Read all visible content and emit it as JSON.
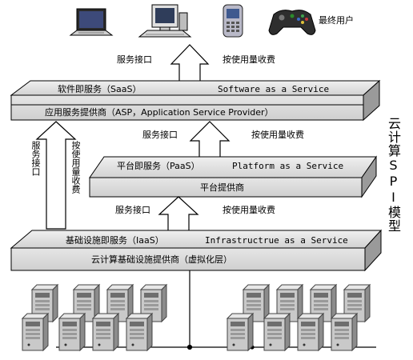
{
  "end_user": {
    "label": "最终用户"
  },
  "saas": {
    "layer_label": "软件即服务（SaaS）",
    "layer_label_en": "Software as a Service",
    "provider_label": "应用服务提供商（ASP，Application Service Provider）",
    "arrow_left": "服务接口",
    "arrow_right": "按使用量收费"
  },
  "paas": {
    "layer_label": "平台即服务（PaaS）",
    "layer_label_en": "Platform as a Service",
    "provider_label": "平台提供商",
    "arrow_left": "服务接口",
    "arrow_right": "按使用量收费"
  },
  "iaas": {
    "layer_label": "基础设施即服务（IaaS）",
    "layer_label_en": "Infrastructrue as a Service",
    "provider_label": "云计算基础设施提供商（虚拟化层）",
    "arrow_left": "服务接口",
    "arrow_right": "按使用量收费"
  },
  "left_arrow": {
    "label_left": "服务接口",
    "label_right": "按使用量收费"
  },
  "side_title": "云计算SPI模型",
  "icons": [
    "laptop-icon",
    "desktop-computer-icon",
    "mobile-phone-icon",
    "game-controller-icon",
    "server-icon"
  ],
  "colors": {
    "slab_top": "#e4e4e4",
    "slab_side": "#9a9a9a",
    "slab_front": "#d8d8d8",
    "arrow_fill": "#ffffff",
    "outline": "#000000"
  }
}
